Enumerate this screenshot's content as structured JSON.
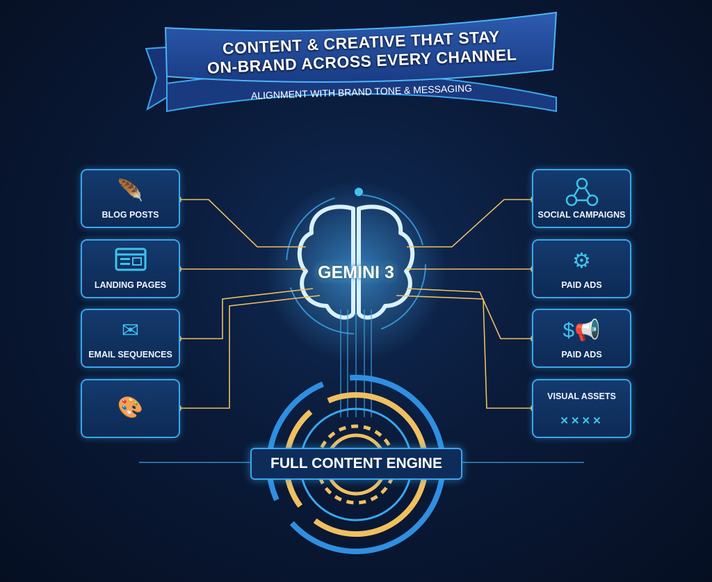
{
  "banner": {
    "title_line1": "CONTENT & CREATIVE THAT STAY",
    "title_line2": "ON-BRAND ACROSS EVERY CHANNEL",
    "subtitle": "ALIGNMENT WITH BRAND TONE & MESSAGING"
  },
  "center": {
    "label": "GEMINI 3",
    "icon": "brain-icon"
  },
  "engine": {
    "label": "FULL CONTENT ENGINE",
    "icon": "gear-icon"
  },
  "left_cards": [
    {
      "label": "BLOG POSTS",
      "icon": "quill-icon"
    },
    {
      "label": "LANDING PAGES",
      "icon": "webpage-icon"
    },
    {
      "label": "EMAIL SEQUENCES",
      "icon": "envelope-icon"
    },
    {
      "label": "",
      "icon": "palette-icon"
    }
  ],
  "right_cards": [
    {
      "label": "SOCIAL CAMPAIGNS",
      "icon": "network-users-icon"
    },
    {
      "label": "PAID ADS",
      "icon": "coin-gears-icon"
    },
    {
      "label": "PAID ADS",
      "icon": "dollar-megaphone-icon"
    },
    {
      "label": "VISUAL ASSETS",
      "icon": "crosses-icon",
      "marks": "✕✕✕✕"
    }
  ],
  "colors": {
    "accent_blue": "#3aa7ee",
    "connector_gold": "#f0c060",
    "background": "#0a1a38"
  }
}
